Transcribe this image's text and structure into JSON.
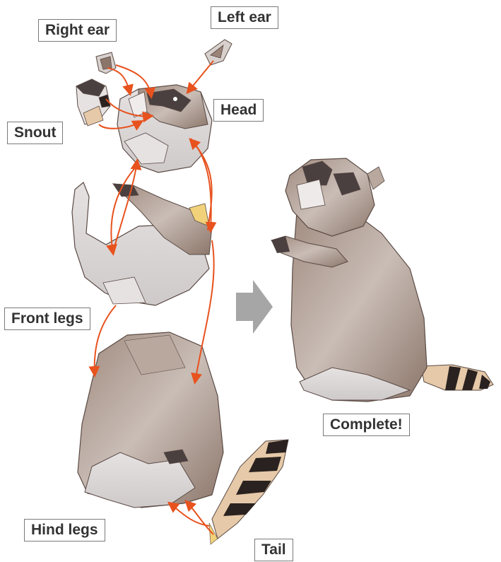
{
  "labels": {
    "right_ear": "Right ear",
    "left_ear": "Left ear",
    "head": "Head",
    "snout": "Snout",
    "front_legs": "Front legs",
    "hind_legs": "Hind legs",
    "tail": "Tail",
    "complete": "Complete!"
  },
  "colors": {
    "arrow": "#e8521e",
    "fur_light": "#d8d4d4",
    "fur_dark": "#9a8478",
    "mask": "#4a4040",
    "outline": "#5a4a44",
    "progress_arrow": "#a6a6a6",
    "tail_stripe": "#2a2220",
    "tail_light": "#e6c9a8"
  }
}
